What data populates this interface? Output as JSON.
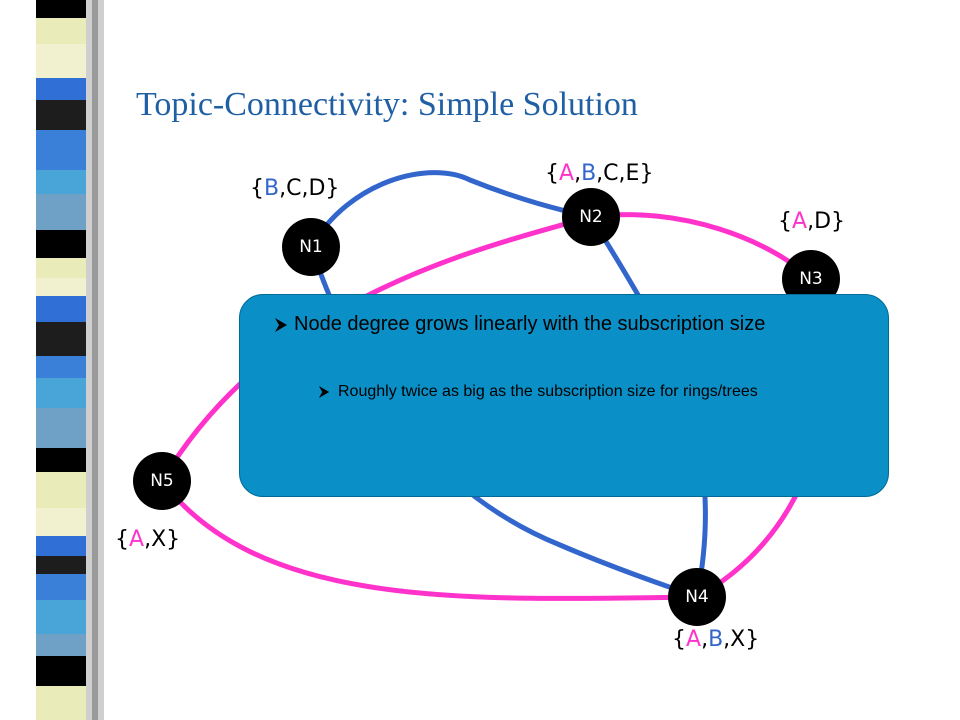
{
  "title": "Topic-Connectivity: Simple Solution",
  "colors": {
    "title": "#1f5fa3",
    "blue_edge": "#3366cc",
    "pink_edge": "#ff33cc",
    "node_fill": "#000000",
    "callout_bg": "#0a8fc6",
    "topic_A": "#ff33cc",
    "topic_B": "#3366cc"
  },
  "nodes": [
    {
      "id": "N1",
      "label": "N1",
      "topics": [
        "B",
        "C",
        "D"
      ]
    },
    {
      "id": "N2",
      "label": "N2",
      "topics": [
        "A",
        "B",
        "C",
        "E"
      ]
    },
    {
      "id": "N3",
      "label": "N3",
      "topics": [
        "A",
        "D"
      ]
    },
    {
      "id": "N4",
      "label": "N4",
      "topics": [
        "A",
        "B",
        "X"
      ]
    },
    {
      "id": "N5",
      "label": "N5",
      "topics": [
        "A",
        "X"
      ]
    }
  ],
  "edges": [
    {
      "from": "N1",
      "to": "N2",
      "topic": "B"
    },
    {
      "from": "N1",
      "to": "N4",
      "topic": "B"
    },
    {
      "from": "N2",
      "to": "N4",
      "topic": "B"
    },
    {
      "from": "N2",
      "to": "N3",
      "topic": "A"
    },
    {
      "from": "N2",
      "to": "N5",
      "topic": "A"
    },
    {
      "from": "N3",
      "to": "N4",
      "topic": "A"
    },
    {
      "from": "N5",
      "to": "N4",
      "topic": "A"
    }
  ],
  "callout": {
    "bullet1": "Node degree grows linearly with the subscription size",
    "bullet2": "Roughly twice as big as the subscription size for rings/trees"
  }
}
